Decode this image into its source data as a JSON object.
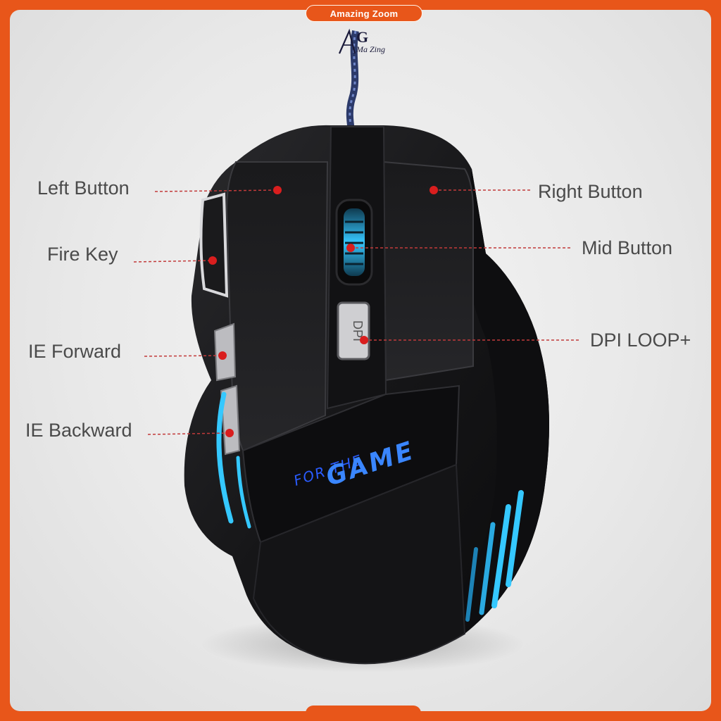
{
  "banner": {
    "title": "Amazing Zoom"
  },
  "logo": {
    "initial": "G",
    "script": "Ma Zing"
  },
  "product": {
    "badge_line1": "FOR THE",
    "badge_line2": "GAME",
    "dpi_button_text": "DPI"
  },
  "callouts": {
    "left_button": "Left Button",
    "fire_key": "Fire Key",
    "ie_forward": "IE Forward",
    "ie_backward": "IE Backward",
    "right_button": "Right Button",
    "mid_button": "Mid Button",
    "dpi_loop": "DPI LOOP+"
  },
  "colors": {
    "frame": "#e8561a",
    "dot": "#d91e1e",
    "glow": "#35c8ff",
    "mouse_body": "#1c1c1e"
  }
}
